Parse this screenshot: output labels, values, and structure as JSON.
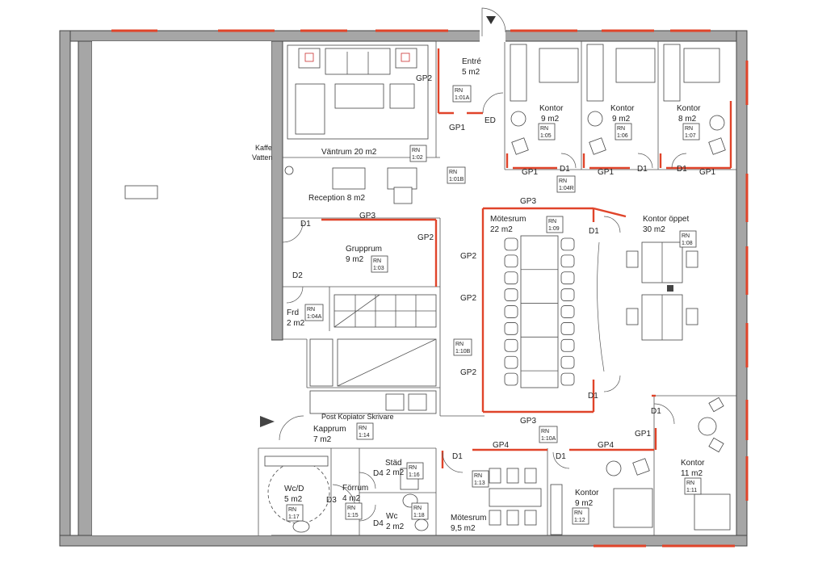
{
  "colors": {
    "wall": "#a6a6a6",
    "accent_wall": "#e0442a",
    "line": "#444444"
  },
  "rooms": {
    "entre": {
      "name": "Entré",
      "area": "5 m2",
      "rn": [
        "RN",
        "1:01A"
      ]
    },
    "vantrum": {
      "name": "Väntrum 20 m2",
      "rn": [
        "RN",
        "1:02"
      ]
    },
    "kaffe": {
      "line1": "Kaffe",
      "line2": "Vatten"
    },
    "reception": {
      "name": "Reception 8 m2",
      "rn": [
        "RN",
        "1:01B"
      ]
    },
    "kontor105": {
      "name": "Kontor",
      "area": "9 m2",
      "rn": [
        "RN",
        "1:05"
      ]
    },
    "kontor106": {
      "name": "Kontor",
      "area": "9 m2",
      "rn": [
        "RN",
        "1:06"
      ]
    },
    "kontor107": {
      "name": "Kontor",
      "area": "8 m2",
      "rn": [
        "RN",
        "1:07"
      ]
    },
    "korridor": {
      "rn": [
        "RN",
        "1:04R"
      ]
    },
    "grupprum": {
      "name": "Grupprum",
      "area": "9 m2",
      "rn": [
        "RN",
        "1:03"
      ]
    },
    "motesrum22": {
      "name": "Mötesrum",
      "area": "22 m2",
      "rn": [
        "RN",
        "1:09"
      ]
    },
    "kontor_oppet": {
      "name": "Kontor öppet",
      "area": "30 m2",
      "rn": [
        "RN",
        "1:08"
      ]
    },
    "frd": {
      "name": "Frd",
      "area": "2 m2",
      "rn": [
        "RN",
        "1:04A"
      ]
    },
    "hall": {
      "rn": [
        "RN",
        "1:10B"
      ]
    },
    "post": {
      "name": "Post Kopiator Skrivare"
    },
    "kapprum": {
      "name": "Kapprum",
      "area": "7 m2",
      "rn": [
        "RN",
        "1:14"
      ]
    },
    "hall2": {
      "rn": [
        "RN",
        "1:10A"
      ]
    },
    "wcd": {
      "name": "Wc/D",
      "area": "5 m2",
      "rn": [
        "RN",
        "1:17"
      ]
    },
    "forrum": {
      "name": "Förrum",
      "area": "4 m2",
      "rn": [
        "RN",
        "1:15"
      ]
    },
    "stad": {
      "name": "Städ",
      "area": "2 m2",
      "rn": [
        "RN",
        "1:16"
      ]
    },
    "wc": {
      "name": "Wc",
      "area": "2 m2",
      "rn": [
        "RN",
        "1:18"
      ]
    },
    "motesrum95": {
      "name": "Mötesrum",
      "area": "9,5 m2",
      "rn": [
        "RN",
        "1:13"
      ]
    },
    "kontor112": {
      "name": "Kontor",
      "area": "9 m2",
      "rn": [
        "RN",
        "1:12"
      ]
    },
    "kontor111": {
      "name": "Kontor",
      "area": "11 m2",
      "rn": [
        "RN",
        "1:11"
      ]
    }
  },
  "wall_tags": {
    "gp1": "GP1",
    "gp2": "GP2",
    "gp3": "GP3",
    "gp4": "GP4",
    "d1": "D1",
    "d2": "D2",
    "d3": "D3",
    "d4": "D4",
    "ed": "ED"
  }
}
